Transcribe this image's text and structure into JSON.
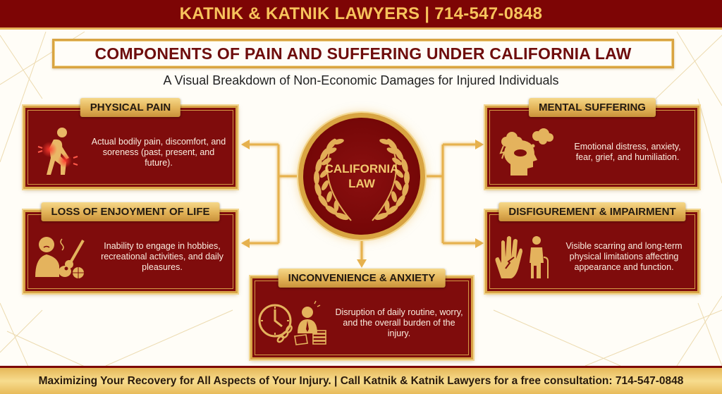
{
  "header": {
    "banner_text": "KATNIK & KATNIK LAWYERS | 714-547-0848",
    "title": "COMPONENTS OF PAIN AND SUFFERING UNDER CALIFORNIA LAW",
    "subtitle": "A Visual Breakdown of Non-Economic Damages for Injured Individuals"
  },
  "center": {
    "line1": "CALIFORNIA",
    "line2": "LAW",
    "icon": "laurel-wreath-icon"
  },
  "cards": {
    "physical_pain": {
      "label": "PHYSICAL PAIN",
      "description": "Actual bodily pain, discomfort, and soreness (past, present, and future).",
      "icon": "injured-person-icon"
    },
    "mental_suffering": {
      "label": "MENTAL SUFFERING",
      "description": "Emotional distress, anxiety, fear, grief, and humiliation.",
      "icon": "head-storm-cloud-icon"
    },
    "loss_of_enjoyment": {
      "label": "LOSS OF ENJOYMENT OF LIFE",
      "description": "Inability to engage in hobbies, recreational activities, and daily pleasures.",
      "icon": "sad-person-guitar-ball-icon"
    },
    "disfigurement": {
      "label": "DISFIGUREMENT & IMPAIRMENT",
      "description": "Visible scarring and long-term physical limitations affecting appearance and function.",
      "icon": "scarred-hand-cane-person-icon"
    },
    "inconvenience": {
      "label": "INCONVENIENCE & ANXIETY",
      "description": "Disruption of daily routine, worry, and the overall burden of the injury.",
      "icon": "clock-chain-stressed-worker-icon"
    }
  },
  "footer": {
    "text": "Maximizing Your Recovery for All Aspects of Your Injury. | Call Katnik & Katnik Lawyers for a free consultation: 714-547-0848"
  },
  "colors": {
    "maroon": "#7d0505",
    "gold": "#d9a441",
    "light_gold": "#f7c35c",
    "background": "#fffdf7"
  }
}
